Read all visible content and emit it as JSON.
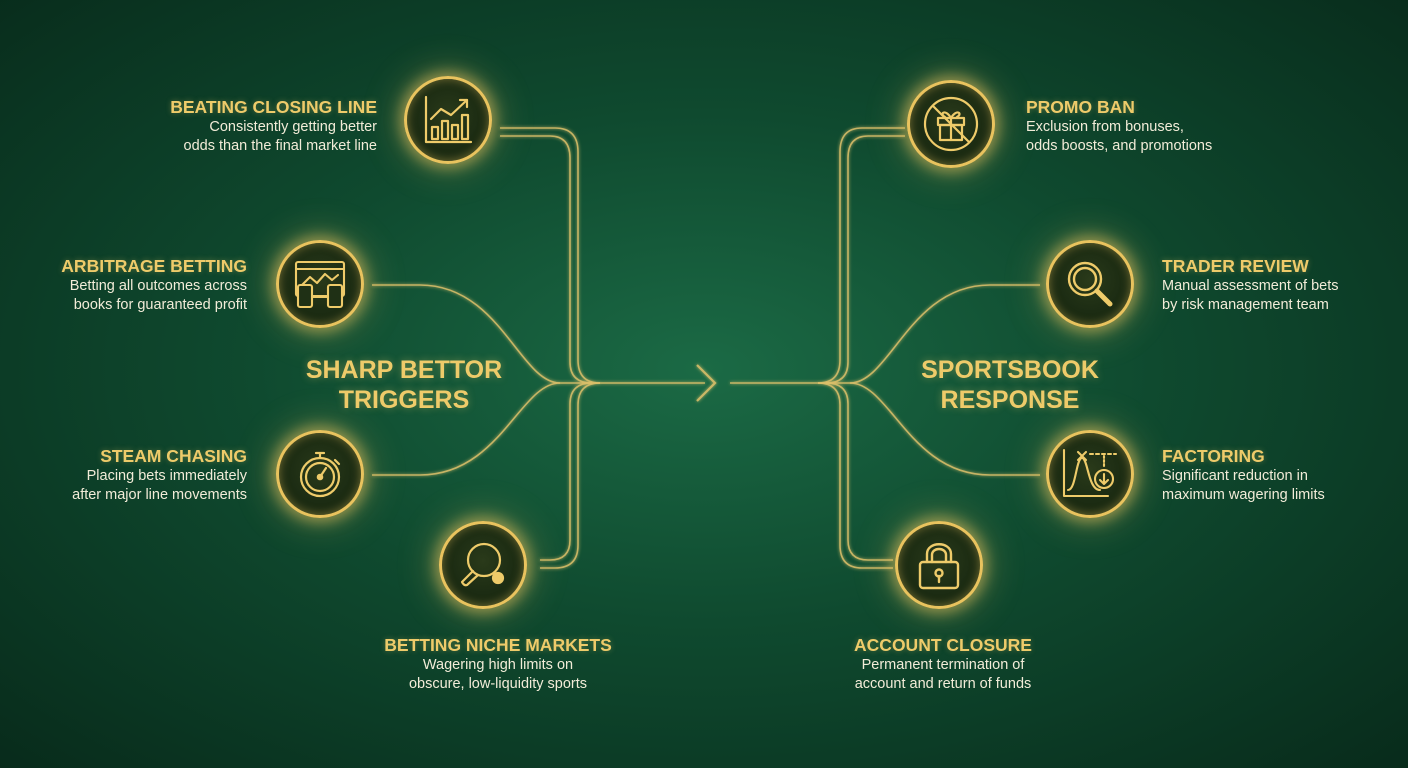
{
  "triggers": {
    "title_line1": "SHARP BETTOR",
    "title_line2": "TRIGGERS",
    "items": [
      {
        "title": "BEATING CLOSING LINE",
        "desc1": "Consistently getting better",
        "desc2": "odds than the final market line",
        "icon": "chart-growth-icon"
      },
      {
        "title": "ARBITRAGE BETTING",
        "desc1": "Betting all outcomes across",
        "desc2": "books for guaranteed profit",
        "icon": "multi-device-icon"
      },
      {
        "title": "STEAM CHASING",
        "desc1": "Placing bets immediately",
        "desc2": "after major line movements",
        "icon": "stopwatch-icon"
      },
      {
        "title": "BETTING NICHE MARKETS",
        "desc1": "Wagering high limits on",
        "desc2": "obscure, low-liquidity sports",
        "icon": "table-tennis-icon"
      }
    ]
  },
  "response": {
    "title_line1": "SPORTSBOOK",
    "title_line2": "RESPONSE",
    "items": [
      {
        "title": "PROMO BAN",
        "desc1": "Exclusion from bonuses,",
        "desc2": "odds boosts, and promotions",
        "icon": "no-gift-icon"
      },
      {
        "title": "TRADER REVIEW",
        "desc1": "Manual assessment of bets",
        "desc2": "by risk management team",
        "icon": "magnifier-icon"
      },
      {
        "title": "FACTORING",
        "desc1": "Significant reduction in",
        "desc2": "maximum wagering limits",
        "icon": "limit-reduction-icon"
      },
      {
        "title": "ACCOUNT CLOSURE",
        "desc1": "Permanent termination of",
        "desc2": "account and return of funds",
        "icon": "padlock-icon"
      }
    ]
  },
  "colors": {
    "accent": "#e9c35e",
    "text_light": "#f2ecd8",
    "background": "#0f4a2f"
  }
}
